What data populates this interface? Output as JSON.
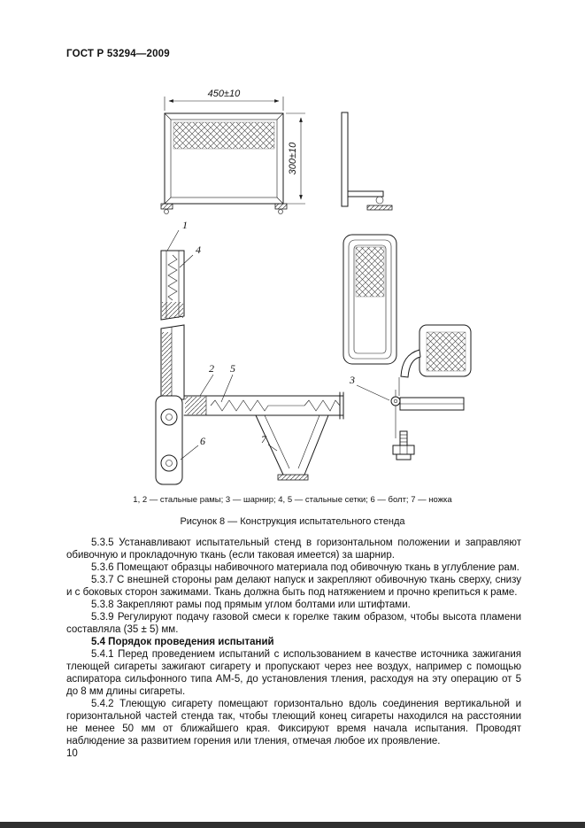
{
  "page": {
    "header": "ГОСТ Р 53294—2009",
    "page_number": "10"
  },
  "figure": {
    "dims": {
      "width_label": "450±10",
      "height_label": "300±10"
    },
    "callouts": {
      "c1": "1",
      "c2": "2",
      "c3": "3",
      "c4": "4",
      "c5": "5",
      "c6": "6",
      "c7": "7"
    },
    "legend": "1, 2 — стальные рамы; 3 — шарнир; 4, 5 — стальные сетки; 6 — болт; 7 — ножка",
    "caption": "Рисунок 8 — Конструкция испытательного стенда"
  },
  "content": {
    "p535": "5.3.5 Устанавливают испытательный стенд в горизонтальном положении и заправляют обивочную и прокладочную ткань (если таковая имеется) за шарнир.",
    "p536": "5.3.6 Помещают образцы набивочного материала под обивочную ткань в углубление рам.",
    "p537": "5.3.7 С внешней стороны рам делают напуск и закрепляют обивочную ткань сверху, снизу и с боковых сторон зажимами. Ткань должна быть под натяжением и прочно крепиться к раме.",
    "p538": "5.3.8 Закрепляют рамы под прямым углом болтами или штифтами.",
    "p539": "5.3.9 Регулируют подачу газовой смеси к горелке таким образом, чтобы высота пламени составляла (35 ± 5) мм.",
    "h54": "5.4 Порядок проведения испытаний",
    "p541": "5.4.1 Перед проведением испытаний с использованием в качестве источника зажигания тлеющей сигареты зажигают сигарету и пропускают через нее воздух, например с помощью аспиратора сильфонного типа АМ-5, до установления тления, расходуя на эту операцию от 5 до 8 мм длины сигареты.",
    "p542": "5.4.2 Тлеющую сигарету помещают горизонтально вдоль соединения вертикальной и горизонтальной частей стенда так, чтобы тлеющий конец сигареты находился на расстоянии не менее 50 мм от ближайшего края. Фиксируют время начала испытания. Проводят наблюдение за развитием горения или тления, отмечая любое их проявление."
  }
}
